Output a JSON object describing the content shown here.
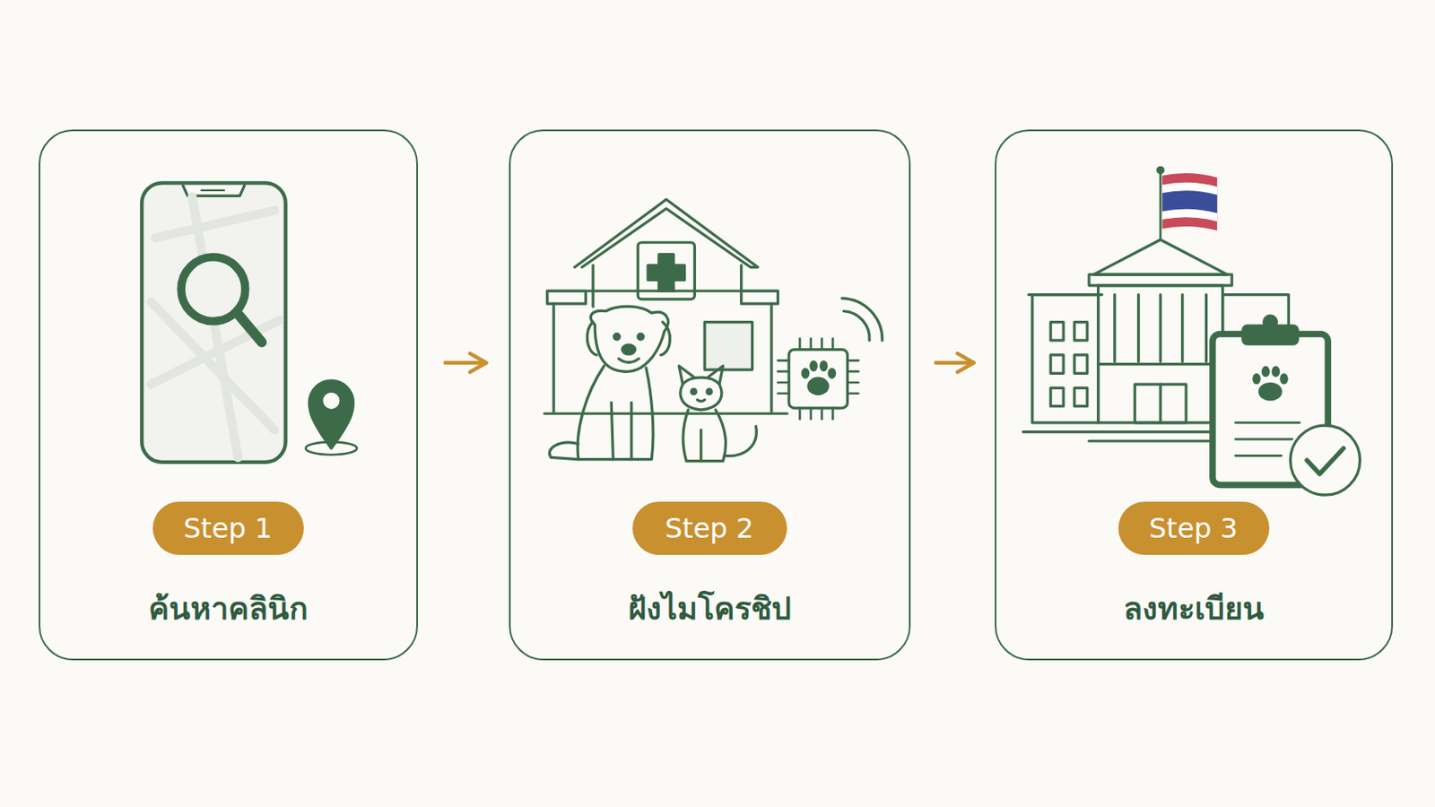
{
  "diagram": {
    "nodes": [
      {
        "text": [
          "ค้นหาคลินิก"
        ]
      },
      {
        "text": [
          "Step 1"
        ],
        "in": 0
      },
      {
        "text": [
          "ฝังไมโครชิป"
        ]
      },
      {
        "text": [
          "Step 2"
        ],
        "in": 2
      },
      {
        "text": [
          "ลงทะเบียน"
        ]
      },
      {
        "text": [
          "Step 3"
        ],
        "in": 4
      }
    ],
    "edges": [
      {
        "from": 0,
        "to": 2,
        "arrow": "to"
      },
      {
        "from": 2,
        "to": 4,
        "arrow": "to"
      }
    ]
  }
}
